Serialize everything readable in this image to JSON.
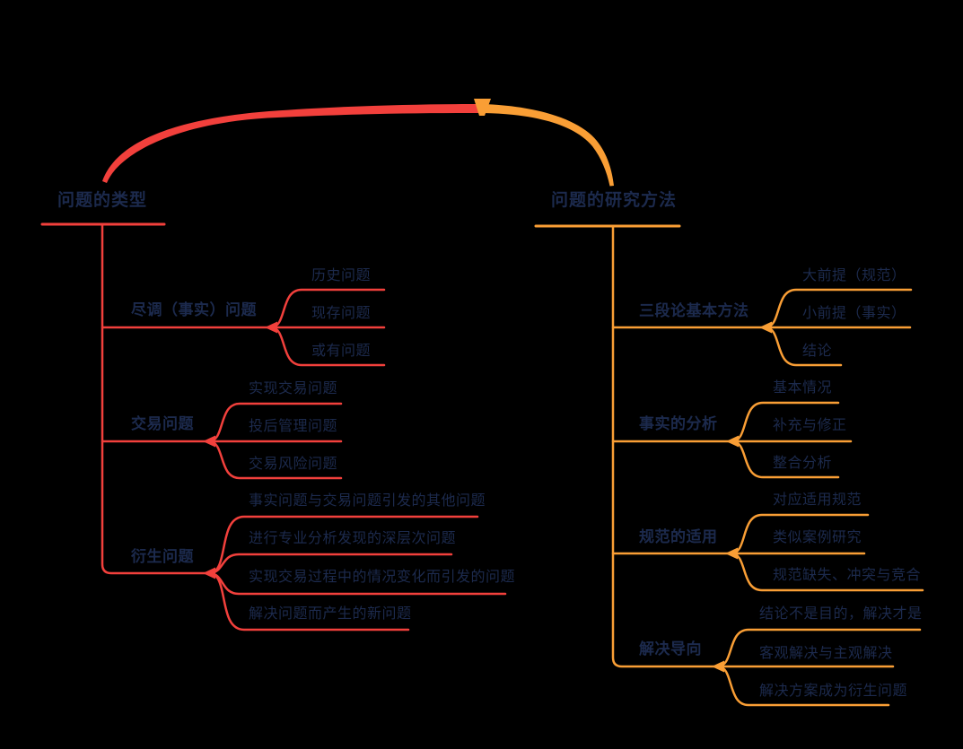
{
  "colors": {
    "background": "#000000",
    "left_branch": "#f2403c",
    "right_branch": "#f99e35",
    "text": "#1c2a4d"
  },
  "map": {
    "left": {
      "label": "问题的类型",
      "children": [
        {
          "label": "尽调（事实）问题",
          "children": [
            {
              "label": "历史问题"
            },
            {
              "label": "现存问题"
            },
            {
              "label": "或有问题"
            }
          ]
        },
        {
          "label": "交易问题",
          "children": [
            {
              "label": "实现交易问题"
            },
            {
              "label": "投后管理问题"
            },
            {
              "label": "交易风险问题"
            }
          ]
        },
        {
          "label": "衍生问题",
          "children": [
            {
              "label": "事实问题与交易问题引发的其他问题"
            },
            {
              "label": "进行专业分析发现的深层次问题"
            },
            {
              "label": "实现交易过程中的情况变化而引发的问题"
            },
            {
              "label": "解决问题而产生的新问题"
            }
          ]
        }
      ]
    },
    "right": {
      "label": "问题的研究方法",
      "children": [
        {
          "label": "三段论基本方法",
          "children": [
            {
              "label": "大前提（规范）"
            },
            {
              "label": "小前提（事实）"
            },
            {
              "label": "结论"
            }
          ]
        },
        {
          "label": "事实的分析",
          "children": [
            {
              "label": "基本情况"
            },
            {
              "label": "补充与修正"
            },
            {
              "label": "整合分析"
            }
          ]
        },
        {
          "label": "规范的适用",
          "children": [
            {
              "label": "对应适用规范"
            },
            {
              "label": "类似案例研究"
            },
            {
              "label": "规范缺失、冲突与竞合"
            }
          ]
        },
        {
          "label": "解决导向",
          "children": [
            {
              "label": "结论不是目的，解决才是"
            },
            {
              "label": "客观解决与主观解决"
            },
            {
              "label": "解决方案成为衍生问题"
            }
          ]
        }
      ]
    }
  }
}
